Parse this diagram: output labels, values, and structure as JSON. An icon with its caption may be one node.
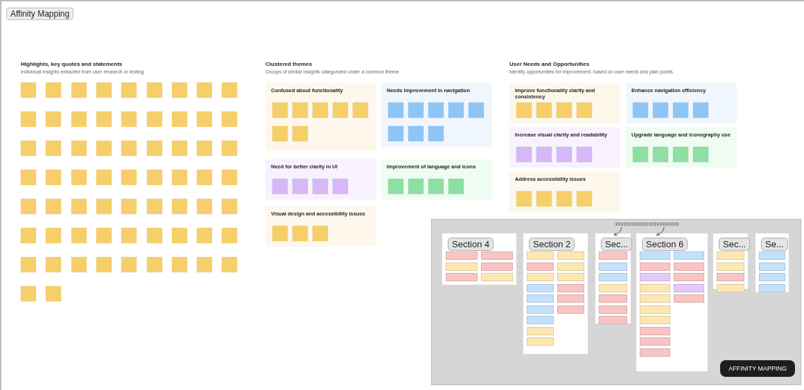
{
  "diagram": {
    "title": "Affinity Mapping",
    "nodes": [
      {
        "text": [],
        "shape": "box"
      },
      {
        "text": [],
        "shape": "box"
      },
      {
        "text": [],
        "shape": "box"
      },
      {
        "text": [],
        "shape": "box"
      },
      {
        "text": [],
        "shape": "box"
      },
      {
        "text": [],
        "shape": "box"
      },
      {
        "text": [],
        "shape": "box"
      },
      {
        "text": [],
        "shape": "box"
      },
      {
        "text": [],
        "shape": "box"
      },
      {
        "text": [],
        "shape": "box"
      },
      {
        "text": [],
        "shape": "box"
      },
      {
        "text": [],
        "shape": "box"
      },
      {
        "text": [],
        "shape": "box"
      },
      {
        "text": [],
        "shape": "box"
      },
      {
        "text": [],
        "shape": "box"
      },
      {
        "text": [],
        "shape": "box"
      },
      {
        "text": [],
        "shape": "box"
      },
      {
        "text": [],
        "shape": "box"
      },
      {
        "text": [],
        "shape": "box"
      },
      {
        "text": [],
        "shape": "box"
      },
      {
        "text": [],
        "shape": "box"
      },
      {
        "text": [],
        "shape": "box"
      },
      {
        "text": [],
        "shape": "box"
      },
      {
        "text": [],
        "shape": "box"
      },
      {
        "text": [],
        "shape": "box"
      },
      {
        "text": [],
        "shape": "box"
      },
      {
        "text": [],
        "shape": "box"
      },
      {
        "text": [],
        "shape": "box"
      },
      {
        "text": [],
        "shape": "box"
      },
      {
        "text": [],
        "shape": "box"
      },
      {
        "text": [],
        "shape": "box"
      },
      {
        "text": [],
        "shape": "box"
      },
      {
        "text": [],
        "shape": "box"
      },
      {
        "text": [],
        "shape": "box"
      },
      {
        "text": [],
        "shape": "box"
      },
      {
        "text": [],
        "shape": "box"
      },
      {
        "text": [],
        "shape": "box"
      },
      {
        "text": [],
        "shape": "box"
      },
      {
        "text": [],
        "shape": "box"
      },
      {
        "text": [],
        "shape": "box"
      },
      {
        "text": [],
        "shape": "box"
      },
      {
        "text": [],
        "shape": "box"
      },
      {
        "text": [],
        "shape": "box"
      },
      {
        "text": [],
        "shape": "box"
      },
      {
        "text": [],
        "shape": "box"
      },
      {
        "text": [],
        "shape": "box"
      },
      {
        "text": [],
        "shape": "box"
      },
      {
        "text": [],
        "shape": "box"
      },
      {
        "text": [],
        "shape": "box"
      },
      {
        "text": [],
        "shape": "box"
      },
      {
        "text": [],
        "shape": "box"
      },
      {
        "text": [],
        "shape": "box"
      },
      {
        "text": [],
        "shape": "box"
      },
      {
        "text": [],
        "shape": "box"
      },
      {
        "text": [],
        "shape": "box"
      },
      {
        "text": [],
        "shape": "box"
      },
      {
        "text": [],
        "shape": "box"
      },
      {
        "text": [],
        "shape": "box"
      },
      {
        "text": [],
        "shape": "box"
      },
      {
        "text": [],
        "shape": "box"
      },
      {
        "text": [],
        "shape": "box"
      },
      {
        "text": [],
        "shape": "box"
      },
      {
        "text": [],
        "shape": "box"
      },
      {
        "text": [],
        "shape": "box"
      },
      {
        "text": [],
        "shape": "box"
      },
      {
        "text": [
          "Confused about functionality"
        ]
      },
      {
        "text": [],
        "shape": "box",
        "in": 65
      },
      {
        "text": [],
        "shape": "box",
        "in": 65
      },
      {
        "text": [],
        "shape": "box",
        "in": 65
      },
      {
        "text": [],
        "shape": "box",
        "in": 65
      },
      {
        "text": [],
        "shape": "box",
        "in": 65
      },
      {
        "text": [],
        "shape": "box",
        "in": 65
      },
      {
        "text": [],
        "shape": "box",
        "in": 65
      },
      {
        "text": [
          "Needs improvement in navigation"
        ]
      },
      {
        "text": [],
        "shape": "box",
        "in": 73
      },
      {
        "text": [],
        "shape": "box",
        "in": 73
      },
      {
        "text": [],
        "shape": "box",
        "in": 73
      },
      {
        "text": [],
        "shape": "box",
        "in": 73
      },
      {
        "text": [],
        "shape": "box",
        "in": 73
      },
      {
        "text": [],
        "shape": "box",
        "in": 73
      },
      {
        "text": [],
        "shape": "box",
        "in": 73
      },
      {
        "text": [],
        "shape": "box",
        "in": 73
      },
      {
        "text": [
          "Need for better clarity in UI"
        ]
      },
      {
        "text": [],
        "shape": "box",
        "in": 82
      },
      {
        "text": [],
        "shape": "box",
        "in": 82
      },
      {
        "text": [],
        "shape": "box",
        "in": 82
      },
      {
        "text": [],
        "shape": "box",
        "in": 82
      },
      {
        "text": [
          "Improvement of language and icons"
        ]
      },
      {
        "text": [],
        "shape": "box",
        "in": 87
      },
      {
        "text": [],
        "shape": "box",
        "in": 87
      },
      {
        "text": [],
        "shape": "box",
        "in": 87
      },
      {
        "text": [],
        "shape": "box",
        "in": 87
      },
      {
        "text": [
          "Visual design and accessibility issues"
        ]
      },
      {
        "text": [],
        "shape": "box",
        "in": 92
      },
      {
        "text": [],
        "shape": "box",
        "in": 92
      },
      {
        "text": [],
        "shape": "box",
        "in": 92
      },
      {
        "text": [
          "Improve functionality clarity and consistency"
        ]
      },
      {
        "text": [],
        "shape": "box",
        "in": 96
      },
      {
        "text": [],
        "shape": "box",
        "in": 96
      },
      {
        "text": [],
        "shape": "box",
        "in": 96
      },
      {
        "text": [],
        "shape": "box",
        "in": 96
      },
      {
        "text": [
          "Enhance navigation efficiency"
        ]
      },
      {
        "text": [],
        "shape": "box",
        "in": 101
      },
      {
        "text": [],
        "shape": "box",
        "in": 101
      },
      {
        "text": [],
        "shape": "box",
        "in": 101
      },
      {
        "text": [],
        "shape": "box",
        "in": 101
      },
      {
        "text": [
          "Increase visual clarity and readability"
        ]
      },
      {
        "text": [],
        "shape": "box",
        "in": 106
      },
      {
        "text": [],
        "shape": "box",
        "in": 106
      },
      {
        "text": [],
        "shape": "box",
        "in": 106
      },
      {
        "text": [],
        "shape": "box",
        "in": 106
      },
      {
        "text": [
          "Upgrade language and iconography use"
        ]
      },
      {
        "text": [],
        "shape": "box",
        "in": 111
      },
      {
        "text": [],
        "shape": "box",
        "in": 111
      },
      {
        "text": [],
        "shape": "box",
        "in": 111
      },
      {
        "text": [],
        "shape": "box",
        "in": 111
      },
      {
        "text": [
          "Address accessibility issues"
        ]
      },
      {
        "text": [],
        "shape": "box",
        "in": 116
      },
      {
        "text": [],
        "shape": "box",
        "in": 116
      },
      {
        "text": [],
        "shape": "box",
        "in": 116
      },
      {
        "text": [],
        "shape": "box",
        "in": 116
      },
      {
        "text": [],
        "shape": "box"
      },
      {
        "text": [
          "Section 4"
        ],
        "in": 121
      },
      {
        "text": [],
        "shape": "box",
        "in": 122
      },
      {
        "text": [],
        "shape": "box",
        "in": 122
      },
      {
        "text": [],
        "shape": "box",
        "in": 122
      },
      {
        "text": [],
        "shape": "box",
        "in": 122
      },
      {
        "text": [],
        "shape": "box",
        "in": 122
      },
      {
        "text": [],
        "shape": "box",
        "in": 122
      },
      {
        "text": [
          "Section 2"
        ],
        "in": 121
      },
      {
        "text": [],
        "shape": "box",
        "in": 129
      },
      {
        "text": [],
        "shape": "box",
        "in": 129
      },
      {
        "text": [],
        "shape": "box",
        "in": 129
      },
      {
        "text": [],
        "shape": "box",
        "in": 129
      },
      {
        "text": [],
        "shape": "box",
        "in": 129
      },
      {
        "text": [],
        "shape": "box",
        "in": 129
      },
      {
        "text": [],
        "shape": "box",
        "in": 129
      },
      {
        "text": [],
        "shape": "box",
        "in": 129
      },
      {
        "text": [],
        "shape": "box",
        "in": 129
      },
      {
        "text": [],
        "shape": "box",
        "in": 129
      },
      {
        "text": [],
        "shape": "box",
        "in": 129
      },
      {
        "text": [],
        "shape": "box",
        "in": 129
      },
      {
        "text": [],
        "shape": "box",
        "in": 129
      },
      {
        "text": [],
        "shape": "box",
        "in": 129
      },
      {
        "text": [],
        "shape": "box",
        "in": 129
      },
      {
        "text": [
          "Sec..."
        ],
        "in": 121
      },
      {
        "text": [],
        "shape": "box",
        "in": 145
      },
      {
        "text": [],
        "shape": "box",
        "in": 145
      },
      {
        "text": [],
        "shape": "box",
        "in": 145
      },
      {
        "text": [],
        "shape": "box",
        "in": 145
      },
      {
        "text": [],
        "shape": "box",
        "in": 145
      },
      {
        "text": [],
        "shape": "box",
        "in": 145
      },
      {
        "text": [],
        "shape": "box",
        "in": 145
      },
      {
        "text": [
          "Section 6"
        ],
        "in": 121
      },
      {
        "text": [],
        "shape": "box",
        "in": 153
      },
      {
        "text": [],
        "shape": "box",
        "in": 153
      },
      {
        "text": [],
        "shape": "box",
        "in": 153
      },
      {
        "text": [],
        "shape": "box",
        "in": 153
      },
      {
        "text": [],
        "shape": "box",
        "in": 153
      },
      {
        "text": [],
        "shape": "box",
        "in": 153
      },
      {
        "text": [],
        "shape": "box",
        "in": 153
      },
      {
        "text": [],
        "shape": "box",
        "in": 153
      },
      {
        "text": [],
        "shape": "box",
        "in": 153
      },
      {
        "text": [],
        "shape": "box",
        "in": 153
      },
      {
        "text": [],
        "shape": "box",
        "in": 153
      },
      {
        "text": [],
        "shape": "box",
        "in": 153
      },
      {
        "text": [],
        "shape": "box",
        "in": 153
      },
      {
        "text": [],
        "shape": "box",
        "in": 153
      },
      {
        "text": [],
        "shape": "box",
        "in": 153
      },
      {
        "text": [
          "Sec..."
        ],
        "in": 121
      },
      {
        "text": [],
        "shape": "box",
        "in": 169
      },
      {
        "text": [],
        "shape": "box",
        "in": 169
      },
      {
        "text": [],
        "shape": "box",
        "in": 169
      },
      {
        "text": [],
        "shape": "box",
        "in": 169
      },
      {
        "text": [
          "Se..."
        ],
        "in": 121
      },
      {
        "text": [],
        "shape": "box",
        "in": 174
      },
      {
        "text": [],
        "shape": "box",
        "in": 174
      },
      {
        "text": [],
        "shape": "box",
        "in": 174
      },
      {
        "text": [],
        "shape": "box",
        "in": 174
      },
      {
        "text": [],
        "shape": "note",
        "in": 121
      }
    ],
    "edges": [
      {
        "from": 179,
        "to": 145,
        "arrow": "to"
      },
      {
        "from": 179,
        "to": 153,
        "arrow": "to"
      }
    ],
    "labels": [
      "Highlights, key quotes and statements",
      "Individual insights extracted from user research or testing.",
      "Clustered themes",
      "Groups of similar insights categorized under a common theme.",
      "User Needs and Opportunities",
      "Identify opportunities for improvement, based on user needs and pain points.",
      "AFFINITY MAPPING"
    ]
  }
}
